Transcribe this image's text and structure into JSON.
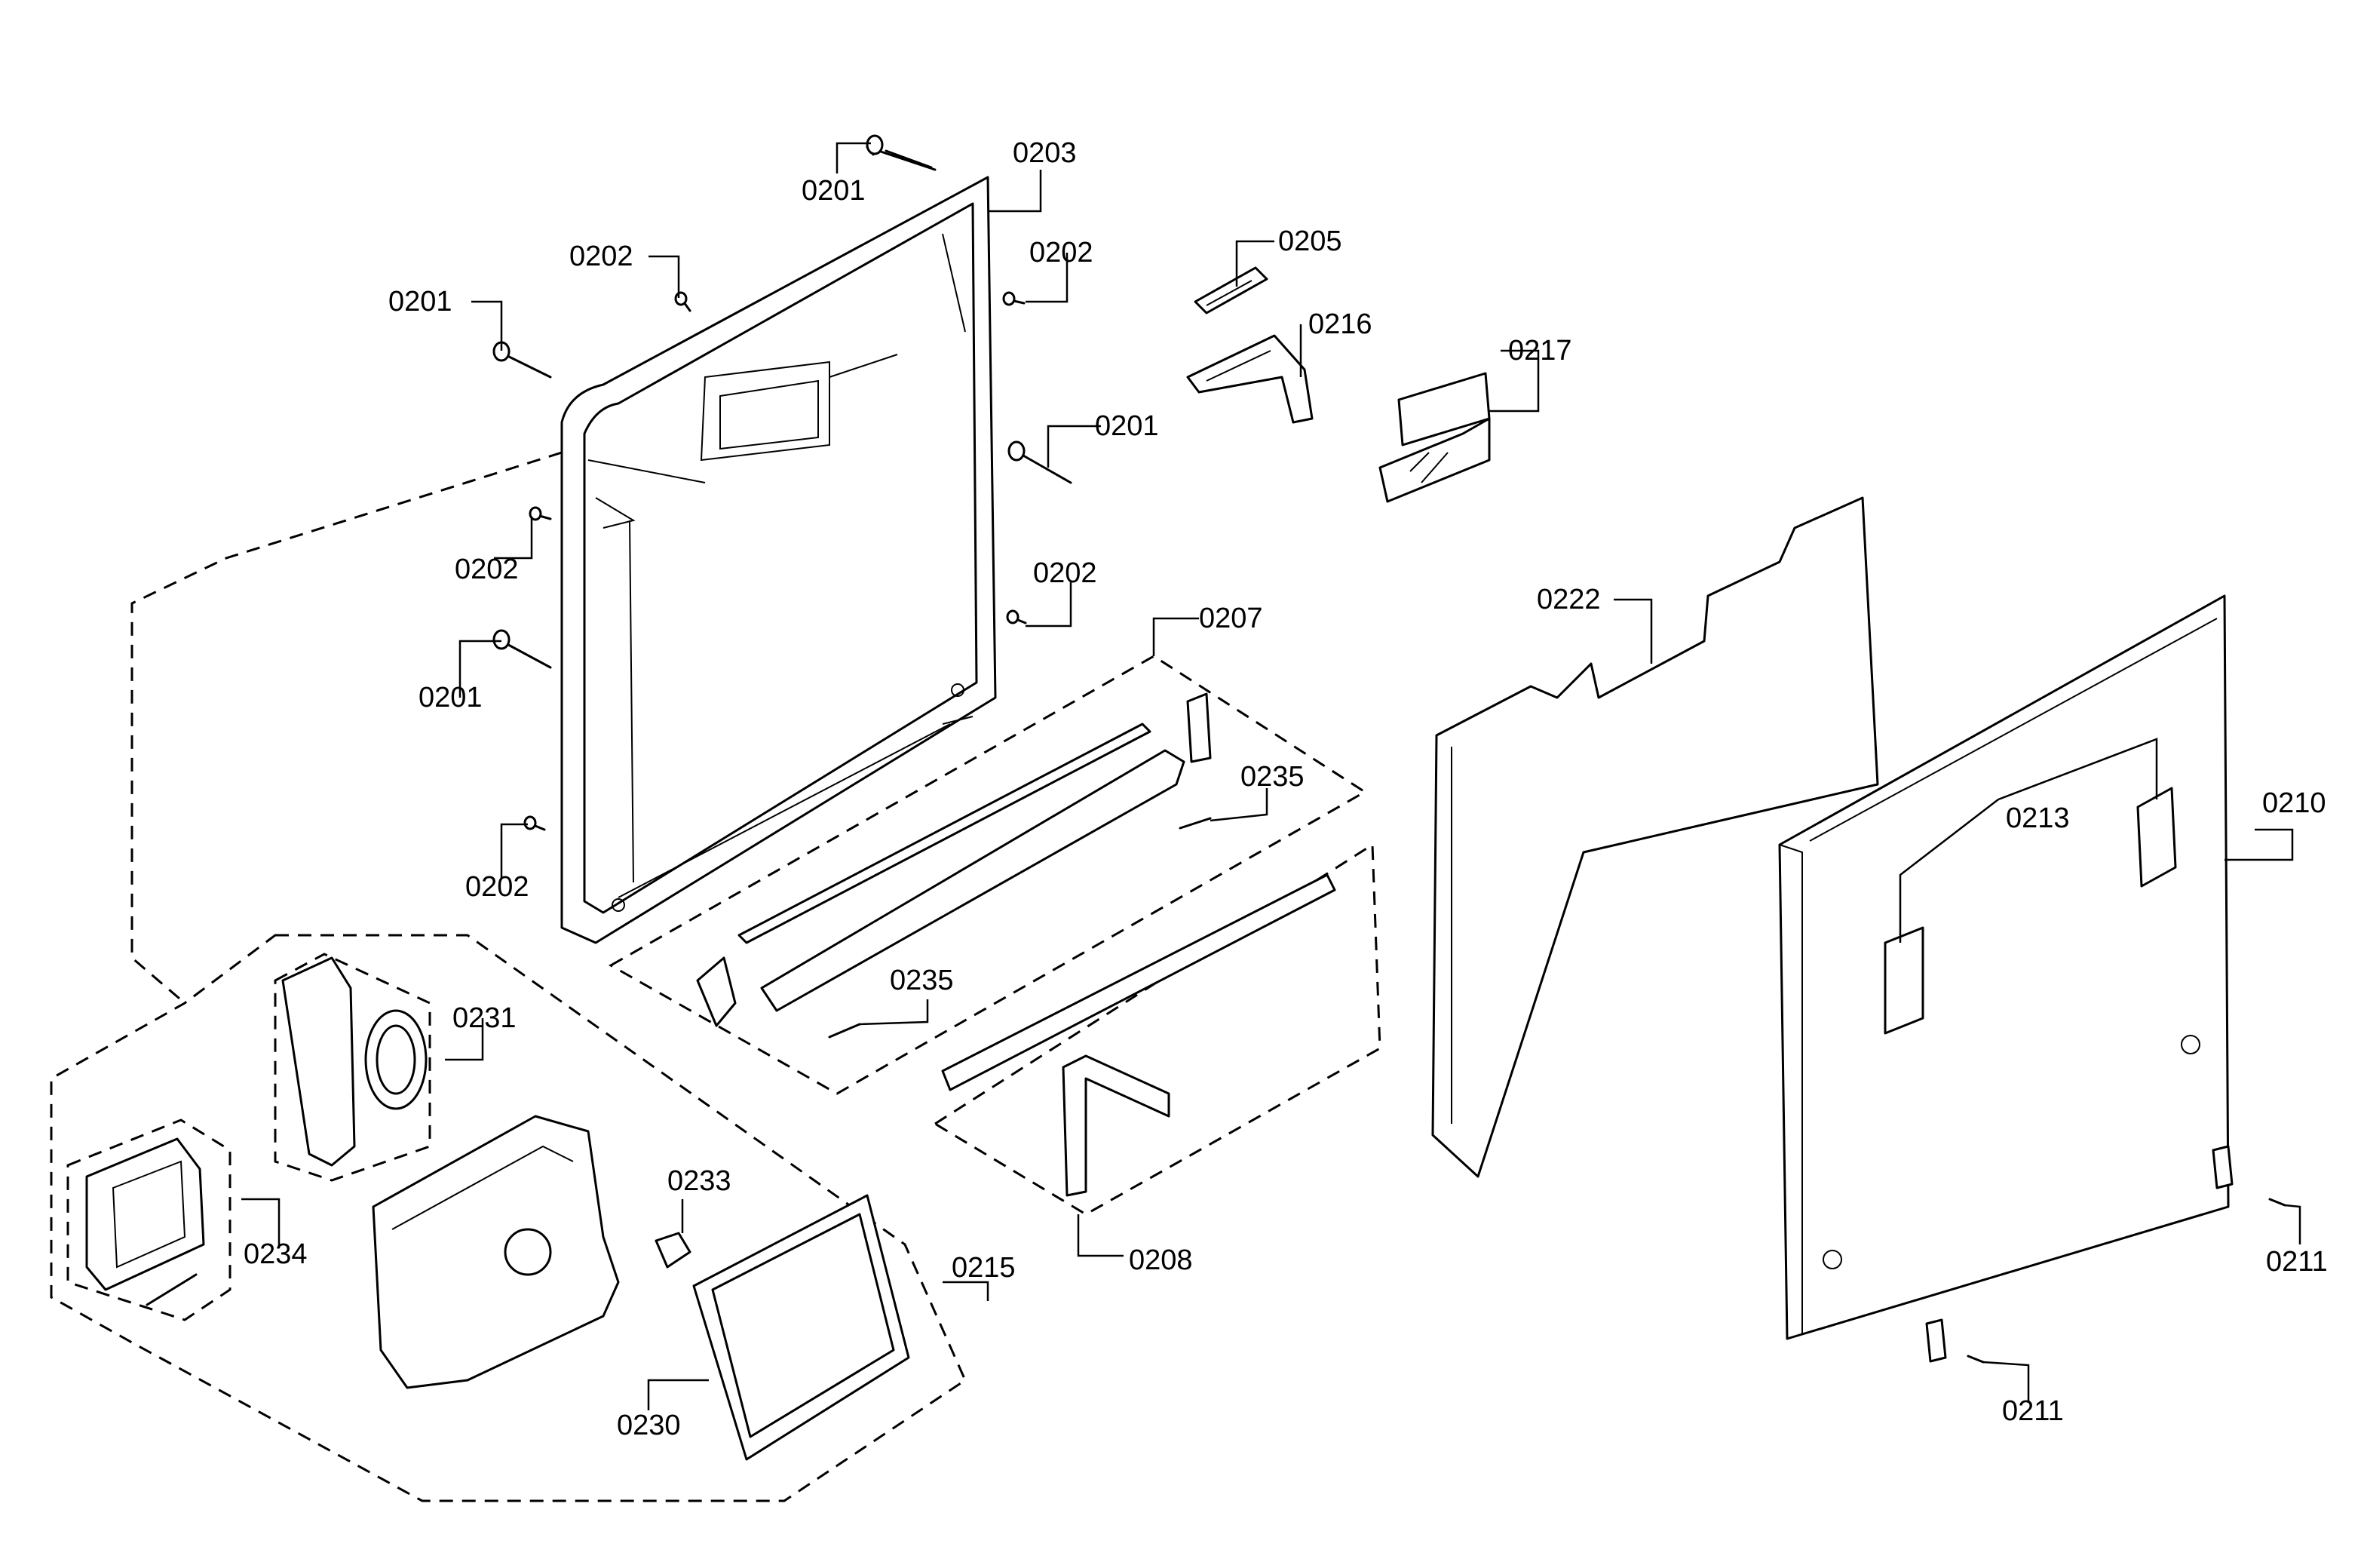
{
  "labels": {
    "l0201_top": "0201",
    "l0203": "0203",
    "l0202_a": "0202",
    "l0202_b": "0202",
    "l0201_left": "0201",
    "l0201_right": "0201",
    "l0202_c": "0202",
    "l0202_d": "0202",
    "l0201_lower": "0201",
    "l0202_e": "0202",
    "l0205": "0205",
    "l0216": "0216",
    "l0217": "0217",
    "l0207": "0207",
    "l0222": "0222",
    "l0235_a": "0235",
    "l0235_b": "0235",
    "l0213": "0213",
    "l0210": "0210",
    "l0231": "0231",
    "l0233": "0233",
    "l0234": "0234",
    "l0215": "0215",
    "l0208": "0208",
    "l0230": "0230",
    "l0211_a": "0211",
    "l0211_b": "0211"
  }
}
